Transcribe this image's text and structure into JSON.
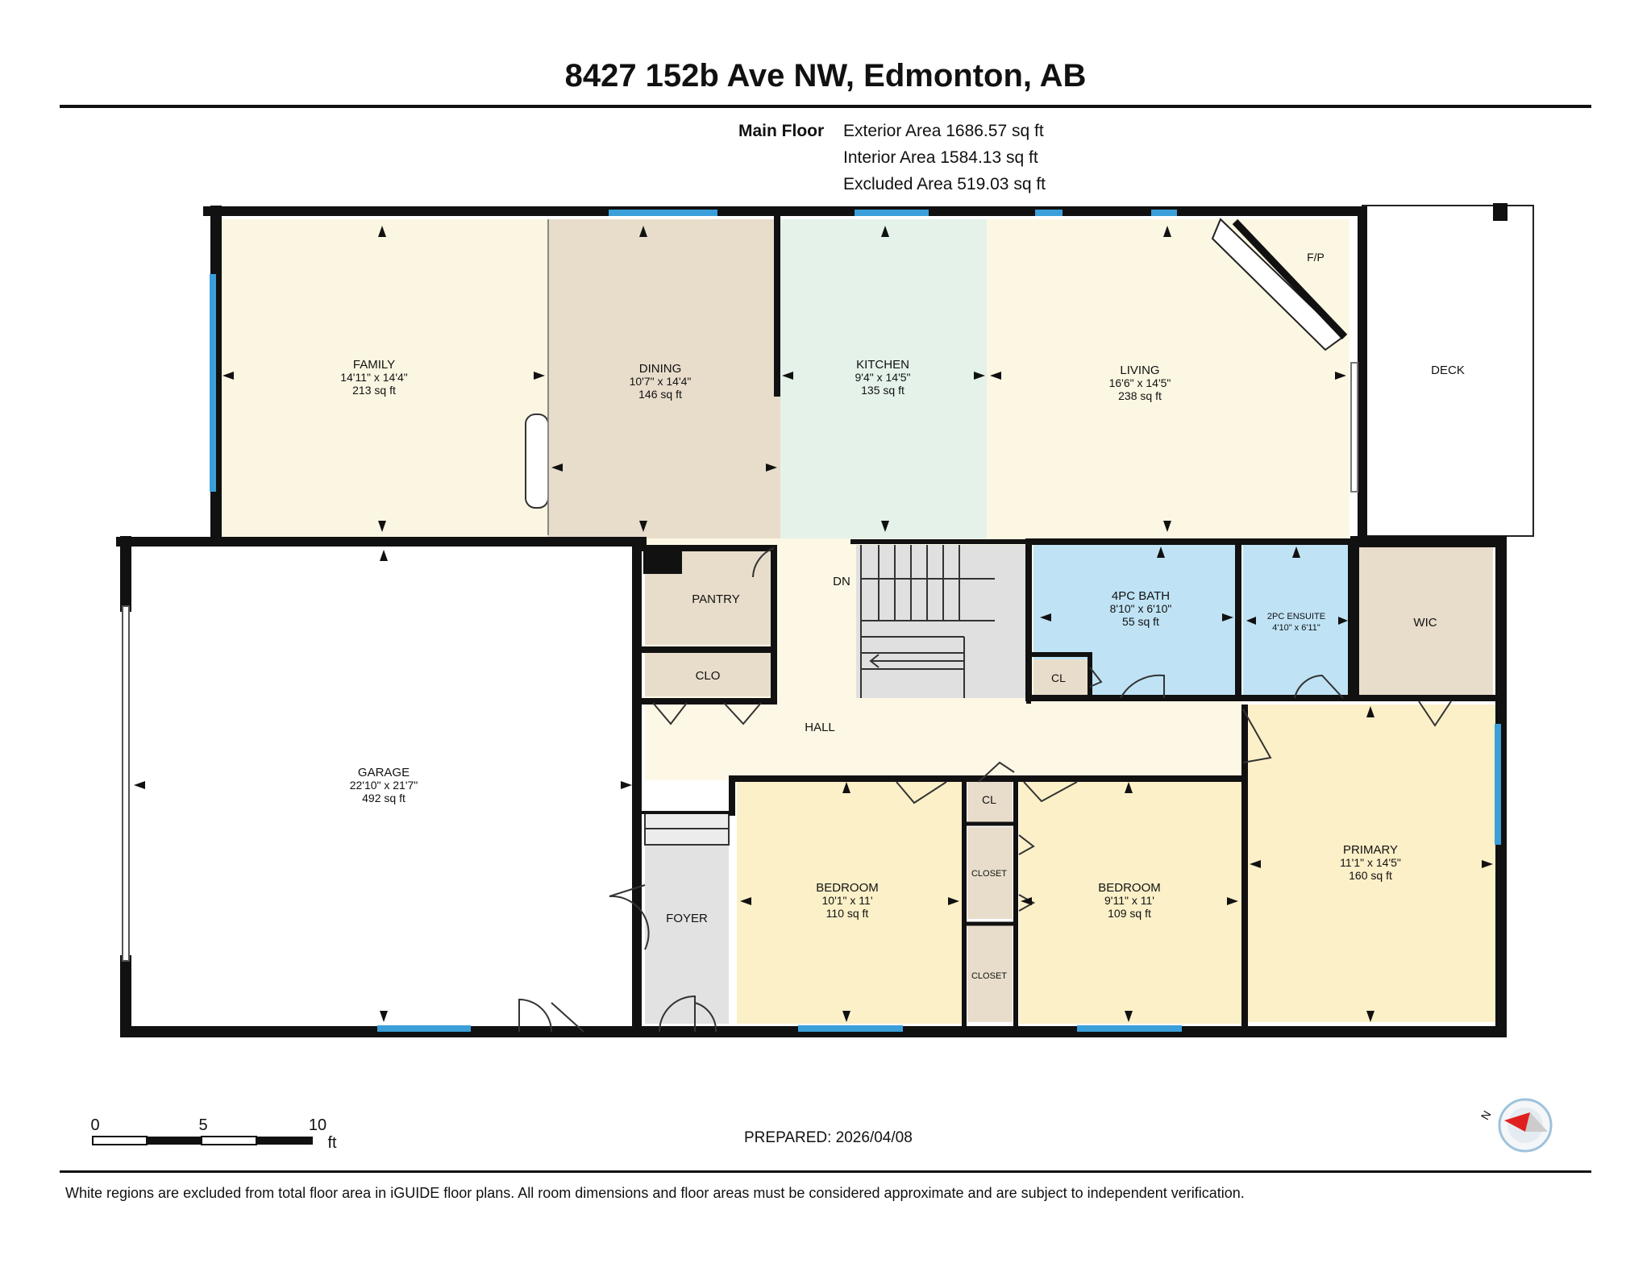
{
  "header": {
    "title": "8427 152b Ave NW, Edmonton, AB",
    "floor_label": "Main Floor",
    "exterior_area": "Exterior Area 1686.57 sq ft",
    "interior_area": "Interior Area 1584.13 sq ft",
    "excluded_area": "Excluded Area 519.03 sq ft"
  },
  "rooms": {
    "family": {
      "name": "FAMILY",
      "dims": "14'11\" x 14'4\"",
      "area": "213 sq ft"
    },
    "dining": {
      "name": "DINING",
      "dims": "10'7\" x 14'4\"",
      "area": "146 sq ft"
    },
    "kitchen": {
      "name": "KITCHEN",
      "dims": "9'4\" x 14'5\"",
      "area": "135 sq ft"
    },
    "living": {
      "name": "LIVING",
      "dims": "16'6\" x 14'5\"",
      "area": "238 sq ft"
    },
    "fp": {
      "name": "F/P"
    },
    "deck": {
      "name": "DECK"
    },
    "garage": {
      "name": "GARAGE",
      "dims": "22'10\" x 21'7\"",
      "area": "492 sq ft"
    },
    "pantry": {
      "name": "PANTRY"
    },
    "clo": {
      "name": "CLO"
    },
    "dn": {
      "name": "DN"
    },
    "hall": {
      "name": "HALL"
    },
    "bath4pc": {
      "name": "4PC BATH",
      "dims": "8'10\" x 6'10\"",
      "area": "55 sq ft"
    },
    "cl_bath": {
      "name": "CL"
    },
    "ensuite2pc": {
      "name": "2PC ENSUITE",
      "dims": "4'10\" x 6'11\""
    },
    "wic": {
      "name": "WIC"
    },
    "foyer": {
      "name": "FOYER"
    },
    "bedroom1": {
      "name": "BEDROOM",
      "dims": "10'1\" x 11'",
      "area": "110 sq ft"
    },
    "cl_hall": {
      "name": "CL"
    },
    "closet1": {
      "name": "CLOSET"
    },
    "closet2": {
      "name": "CLOSET"
    },
    "bedroom2": {
      "name": "BEDROOM",
      "dims": "9'11\" x 11'",
      "area": "109 sq ft"
    },
    "primary": {
      "name": "PRIMARY",
      "dims": "11'1\" x 14'5\"",
      "area": "160 sq ft"
    }
  },
  "scale_bar": {
    "t0": "0",
    "t5": "5",
    "t10": "10",
    "unit": "ft"
  },
  "compass": {
    "label": "N"
  },
  "prepared": "PREPARED: 2026/04/08",
  "footer": "White regions are excluded from total floor area in iGUIDE floor plans. All room dimensions and floor areas must be considered approximate and are subject to independent verification.",
  "colors": {
    "family": "#fbf6e1",
    "dining": "#e8ddcb",
    "kitchen": "#e4f2ea",
    "living": "#fcf7e2",
    "hall": "#fcf8e5",
    "bath": "#bfe3f5",
    "wic": "#e8ddcb",
    "pantry": "#e8ddcb",
    "bedroom": "#fcf0c8",
    "stairs": "#e0e0e0",
    "foyer": "#e2e2e2",
    "wall": "#111111",
    "window": "#3b9fd9"
  }
}
